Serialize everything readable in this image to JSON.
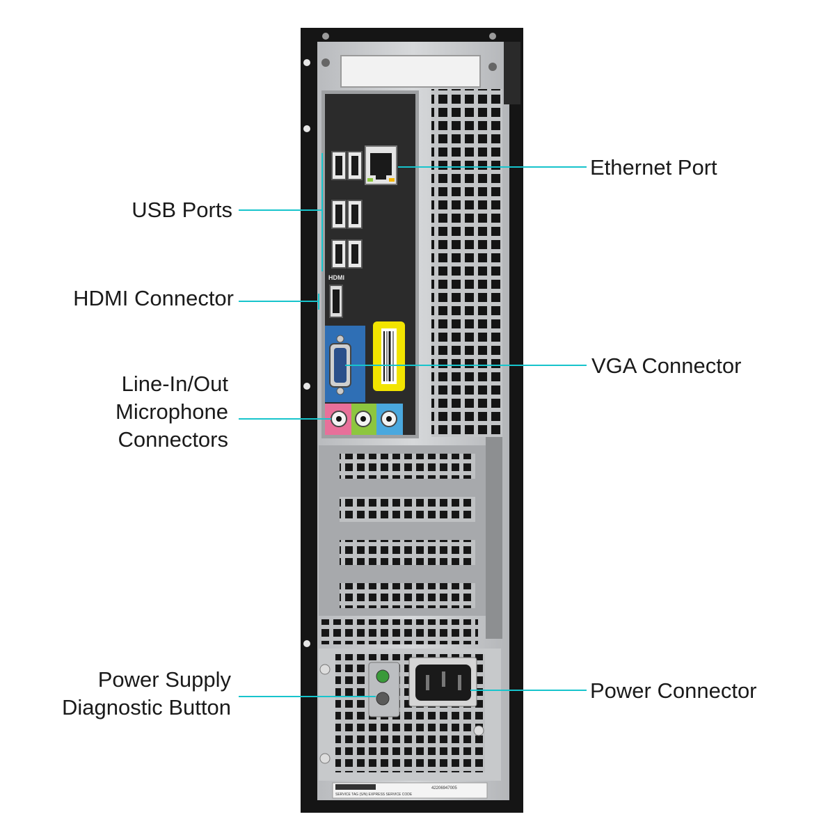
{
  "colors": {
    "callout_line": "#17c4cc",
    "chassis_black": "#151515",
    "chassis_metal": "#c9cbcd",
    "io_panel": "#2b2b2b",
    "vga_blue": "#2f6fb5",
    "mic_pink": "#e8709a",
    "line_out_green": "#8dc63f",
    "line_in_blue": "#4aa8de",
    "sticker_yellow": "#f2e400"
  },
  "labels": {
    "usb_ports": "USB Ports",
    "hdmi_connector": "HDMI Connector",
    "audio_line1": "Line-In/Out",
    "audio_line2": "Microphone",
    "audio_line3": "Connectors",
    "psu_line1": "Power Supply",
    "psu_line2": "Diagnostic Button",
    "ethernet_port": "Ethernet Port",
    "vga_connector": "VGA Connector",
    "power_connector": "Power Connector"
  },
  "panel_marks": {
    "hdmi_text": "HDMI",
    "service_tag_text": "SERVICE TAG (S/N) EXPRESS SERVICE CODE",
    "serial_text": "42206947005"
  },
  "icons": [
    "usb-icon",
    "ethernet-icon",
    "vga-icon",
    "audio-jack-icon",
    "power-socket-icon"
  ]
}
